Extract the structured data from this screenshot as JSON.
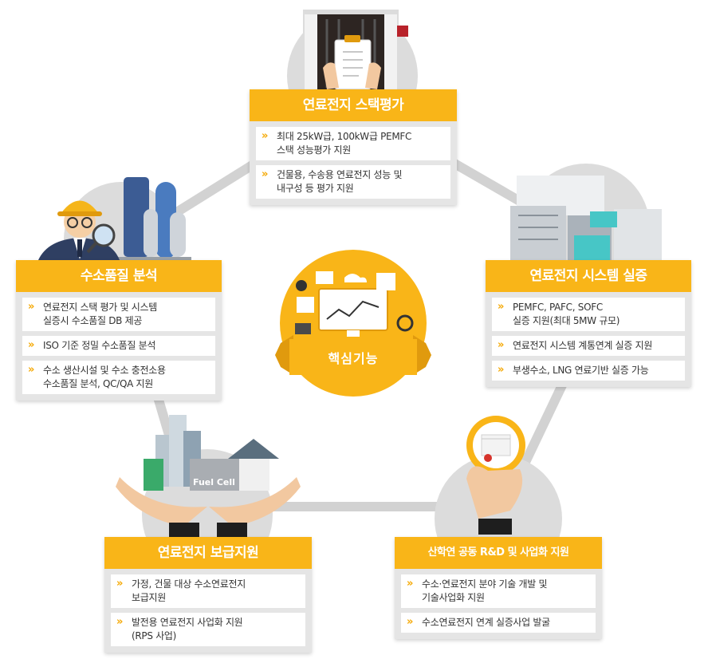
{
  "core": {
    "label": "핵심기능"
  },
  "illustration": {
    "fuel_cell_sign": "Fuel Cell"
  },
  "cards": {
    "stack": {
      "title": "연료전지 스택평가",
      "items": [
        "최대 25kW급, 100kW급 PEMFC\n스택 성능평가 지원",
        "건물용, 수송용 연료전지 성능 및\n내구성 등 평가 지원"
      ]
    },
    "quality": {
      "title": "수소품질 분석",
      "items": [
        "연료전지 스택 평가 및 시스템\n실증시 수소품질 DB 제공",
        "ISO 기준 정밀 수소품질 분석",
        "수소 생산시설 및 수소 충전소용\n수소품질 분석, QC/QA 지원"
      ]
    },
    "system": {
      "title": "연료전지 시스템 실증",
      "items": [
        "PEMFC, PAFC, SOFC\n실증 지원(최대 5MW 규모)",
        "연료전지 시스템 계통연계 실증 지원",
        "부생수소, LNG 연료기반 실증 가능"
      ]
    },
    "supply": {
      "title": "연료전지 보급지원",
      "items": [
        "가정, 건물 대상 수소연료전지\n보급지원",
        "발전용 연료전지 사업화 지원\n(RPS 사업)"
      ]
    },
    "rnd": {
      "title": "산학연 공동 R&D 및 사업화 지원",
      "items": [
        "수소·연료전지 분야 기술 개발 및\n기술사업화 지원",
        "수소연료전지 연계 실증사업 발굴"
      ]
    }
  },
  "colors": {
    "accent": "#f9b518",
    "accent_dark": "#e09a0e",
    "circle": "#dcdcdc",
    "connector": "#cccccc"
  }
}
